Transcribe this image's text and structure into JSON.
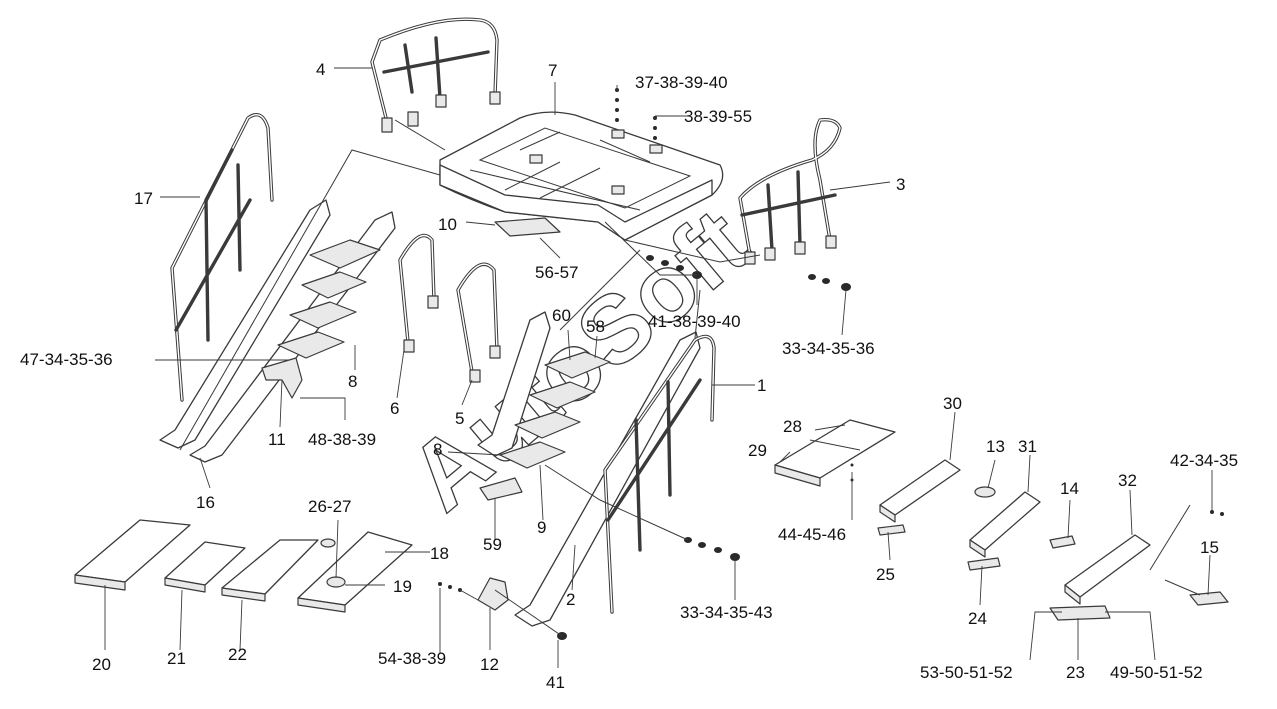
{
  "watermark": "AutoSoft",
  "callouts": [
    {
      "id": "c1",
      "text": "1"
    },
    {
      "id": "c2",
      "text": "2"
    },
    {
      "id": "c3",
      "text": "3"
    },
    {
      "id": "c4",
      "text": "4"
    },
    {
      "id": "c5",
      "text": "5"
    },
    {
      "id": "c6",
      "text": "6"
    },
    {
      "id": "c7",
      "text": "7"
    },
    {
      "id": "c8a",
      "text": "8"
    },
    {
      "id": "c8b",
      "text": "8"
    },
    {
      "id": "c9",
      "text": "9"
    },
    {
      "id": "c10",
      "text": "10"
    },
    {
      "id": "c11",
      "text": "11"
    },
    {
      "id": "c12",
      "text": "12"
    },
    {
      "id": "c13",
      "text": "13"
    },
    {
      "id": "c14",
      "text": "14"
    },
    {
      "id": "c15",
      "text": "15"
    },
    {
      "id": "c16",
      "text": "16"
    },
    {
      "id": "c17",
      "text": "17"
    },
    {
      "id": "c18",
      "text": "18"
    },
    {
      "id": "c19",
      "text": "19"
    },
    {
      "id": "c20",
      "text": "20"
    },
    {
      "id": "c21",
      "text": "21"
    },
    {
      "id": "c22",
      "text": "22"
    },
    {
      "id": "c23",
      "text": "23"
    },
    {
      "id": "c24",
      "text": "24"
    },
    {
      "id": "c25",
      "text": "25"
    },
    {
      "id": "c26",
      "text": "26-27"
    },
    {
      "id": "c28",
      "text": "28"
    },
    {
      "id": "c29",
      "text": "29"
    },
    {
      "id": "c30",
      "text": "30"
    },
    {
      "id": "c31",
      "text": "31"
    },
    {
      "id": "c32",
      "text": "32"
    },
    {
      "id": "c37",
      "text": "37-38-39-40"
    },
    {
      "id": "c38",
      "text": "38-39-55"
    },
    {
      "id": "c33a",
      "text": "33-34-35-36"
    },
    {
      "id": "c33b",
      "text": "33-34-35-43"
    },
    {
      "id": "c41a",
      "text": "41-38-39-40"
    },
    {
      "id": "c41b",
      "text": "41"
    },
    {
      "id": "c42",
      "text": "42-34-35"
    },
    {
      "id": "c44",
      "text": "44-45-46"
    },
    {
      "id": "c47",
      "text": "47-34-35-36"
    },
    {
      "id": "c48",
      "text": "48-38-39"
    },
    {
      "id": "c49",
      "text": "49-50-51-52"
    },
    {
      "id": "c53",
      "text": "53-50-51-52"
    },
    {
      "id": "c54",
      "text": "54-38-39"
    },
    {
      "id": "c56",
      "text": "56-57"
    },
    {
      "id": "c58",
      "text": "58"
    },
    {
      "id": "c59",
      "text": "59"
    },
    {
      "id": "c60",
      "text": "60"
    }
  ]
}
